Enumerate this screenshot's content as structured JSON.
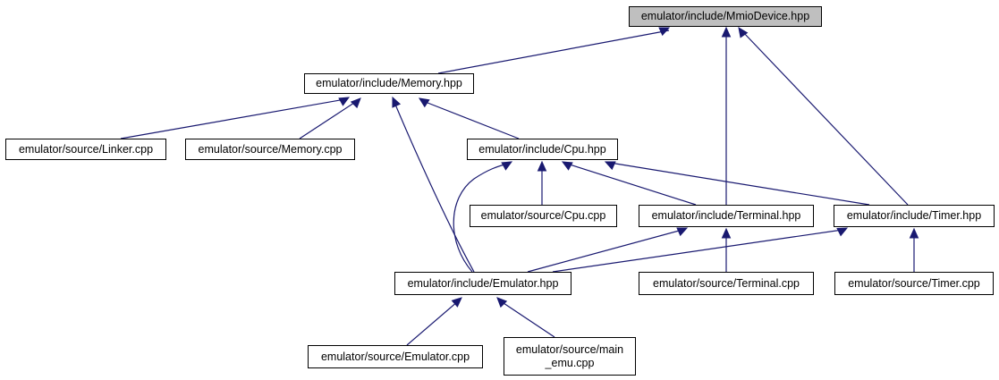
{
  "graph": {
    "edge_color": "#191970",
    "root_fill": "#bfbfbf",
    "nodes": {
      "mmio": {
        "label": "emulator/include/MmioDevice.hpp"
      },
      "memory_h": {
        "label": "emulator/include/Memory.hpp"
      },
      "linker": {
        "label": "emulator/source/Linker.cpp"
      },
      "memory_c": {
        "label": "emulator/source/Memory.cpp"
      },
      "cpu_h": {
        "label": "emulator/include/Cpu.hpp"
      },
      "cpu_c": {
        "label": "emulator/source/Cpu.cpp"
      },
      "terminal_h": {
        "label": "emulator/include/Terminal.hpp"
      },
      "timer_h": {
        "label": "emulator/include/Timer.hpp"
      },
      "emulator_h": {
        "label": "emulator/include/Emulator.hpp"
      },
      "terminal_c": {
        "label": "emulator/source/Terminal.cpp"
      },
      "timer_c": {
        "label": "emulator/source/Timer.cpp"
      },
      "emulator_c": {
        "label": "emulator/source/Emulator.cpp"
      },
      "main_emu": {
        "label_line1": "emulator/source/main",
        "label_line2": "_emu.cpp"
      }
    },
    "edges": [
      {
        "from": "memory_h",
        "to": "mmio"
      },
      {
        "from": "terminal_h",
        "to": "mmio"
      },
      {
        "from": "timer_h",
        "to": "mmio"
      },
      {
        "from": "linker",
        "to": "memory_h"
      },
      {
        "from": "memory_c",
        "to": "memory_h"
      },
      {
        "from": "cpu_h",
        "to": "memory_h"
      },
      {
        "from": "emulator_h",
        "to": "memory_h"
      },
      {
        "from": "cpu_c",
        "to": "cpu_h"
      },
      {
        "from": "terminal_h",
        "to": "cpu_h"
      },
      {
        "from": "timer_h",
        "to": "cpu_h"
      },
      {
        "from": "emulator_h",
        "to": "cpu_h"
      },
      {
        "from": "emulator_h",
        "to": "terminal_h"
      },
      {
        "from": "terminal_c",
        "to": "terminal_h"
      },
      {
        "from": "emulator_h",
        "to": "timer_h"
      },
      {
        "from": "timer_c",
        "to": "timer_h"
      },
      {
        "from": "emulator_c",
        "to": "emulator_h"
      },
      {
        "from": "main_emu",
        "to": "emulator_h"
      }
    ]
  }
}
